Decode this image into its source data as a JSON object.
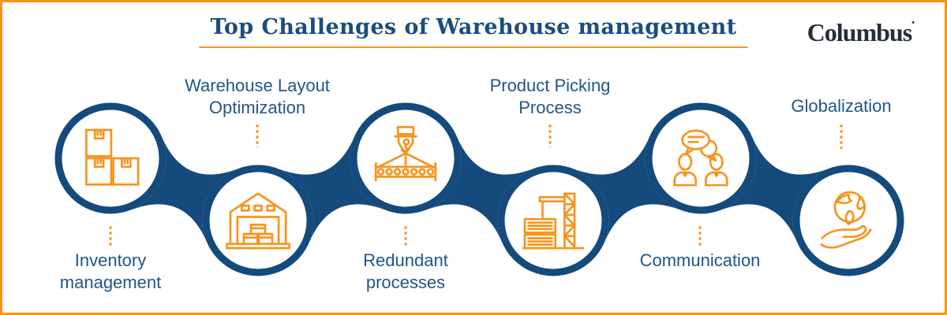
{
  "palette": {
    "navy_ring": "#144A7C",
    "orange_accent": "#F7941E",
    "label_blue": "#1F5688",
    "logo_dark": "#262E3A",
    "background": "#FFFFFF"
  },
  "header": {
    "title": "Top Challenges of Warehouse management",
    "logo_text": "Columbus",
    "logo_mark": "•"
  },
  "chain": {
    "items": [
      {
        "label": "Inventory management",
        "icon": "boxes-icon",
        "label_position": "below"
      },
      {
        "label": "Warehouse Layout Optimization",
        "icon": "warehouse-icon",
        "label_position": "above"
      },
      {
        "label": "Redundant processes",
        "icon": "hoist-icon",
        "label_position": "below"
      },
      {
        "label": "Product Picking Process",
        "icon": "rack-crane-icon",
        "label_position": "above"
      },
      {
        "label": "Communication",
        "icon": "people-chat-icon",
        "label_position": "below"
      },
      {
        "label": "Globalization",
        "icon": "globe-hand-icon",
        "label_position": "above"
      }
    ]
  }
}
